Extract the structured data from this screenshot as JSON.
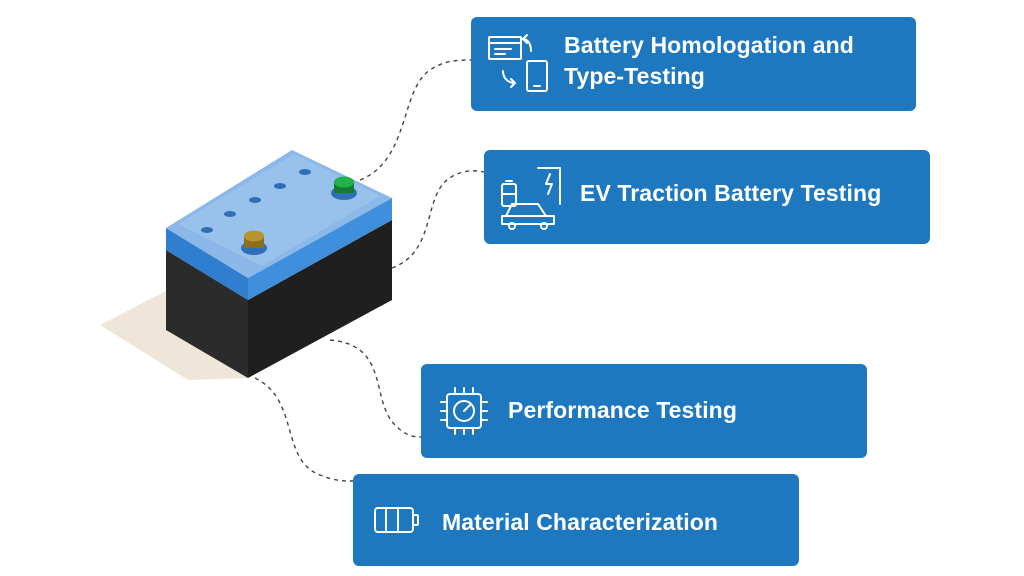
{
  "cards": [
    {
      "label": "Battery Homologation and\nType-Testing",
      "icon": "document-phone-sync-icon"
    },
    {
      "label": "EV Traction Battery Testing",
      "icon": "ev-charging-icon"
    },
    {
      "label": "Performance Testing",
      "icon": "chip-gauge-icon"
    },
    {
      "label": "Material Characterization",
      "icon": "battery-icon"
    }
  ],
  "colors": {
    "card_bg": "#1e78c0",
    "battery_top": "#8bb8e8",
    "battery_top_dark": "#2f7ed0",
    "battery_body": "#2b2b2b",
    "battery_body_side": "#1c1c1c",
    "terminal_positive": "#22b24c",
    "terminal_negative": "#b8962e",
    "shadow": "#efe6da",
    "connector": "#444444"
  }
}
